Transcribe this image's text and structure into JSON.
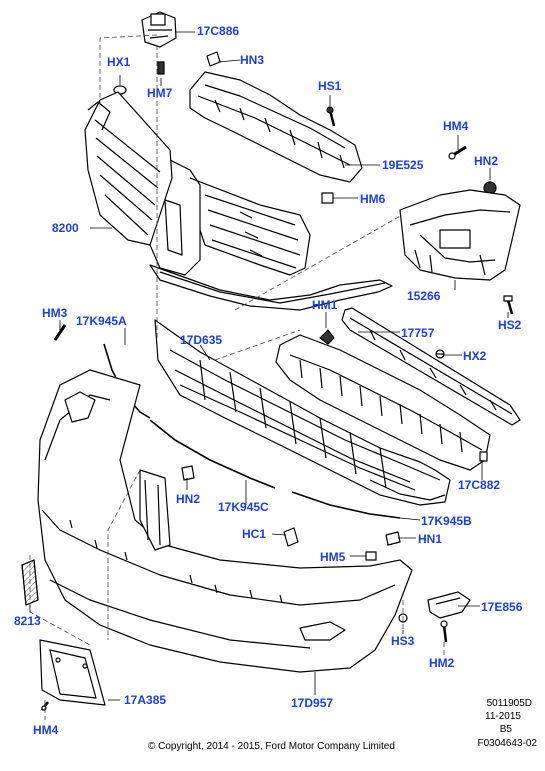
{
  "callouts": {
    "c17C886": "17C886",
    "hx1_top": "HX1",
    "hn3": "HN3",
    "hm7": "HM7",
    "hs1": "HS1",
    "hm4_top": "HM4",
    "hn2_top": "HN2",
    "c19E525": "19E525",
    "hm6": "HM6",
    "c8200": "8200",
    "c15266": "15266",
    "hm3": "HM3",
    "c17K945A": "17K945A",
    "hm1": "HM1",
    "c17757": "17757",
    "hs2": "HS2",
    "c17D635": "17D635",
    "hx2": "HX2",
    "hn2_mid": "HN2",
    "c17K945C": "17K945C",
    "c17C882": "17C882",
    "c17K945B": "17K945B",
    "hc1": "HC1",
    "hn1": "HN1",
    "hm5": "HM5",
    "c8213": "8213",
    "c17E856": "17E856",
    "hs3": "HS3",
    "hm2": "HM2",
    "c17A385": "17A385",
    "c17D957": "17D957",
    "hm4_bottom": "HM4"
  },
  "metadata": {
    "code": "5011905D",
    "date": "11-2015",
    "revision": "B5",
    "figure_id": "F0304643-02"
  },
  "copyright": "© Copyright, 2014 - 2015, Ford Motor Company Limited",
  "colors": {
    "callout": "#1c3fd6",
    "line": "#000000",
    "leader": "#444444"
  }
}
